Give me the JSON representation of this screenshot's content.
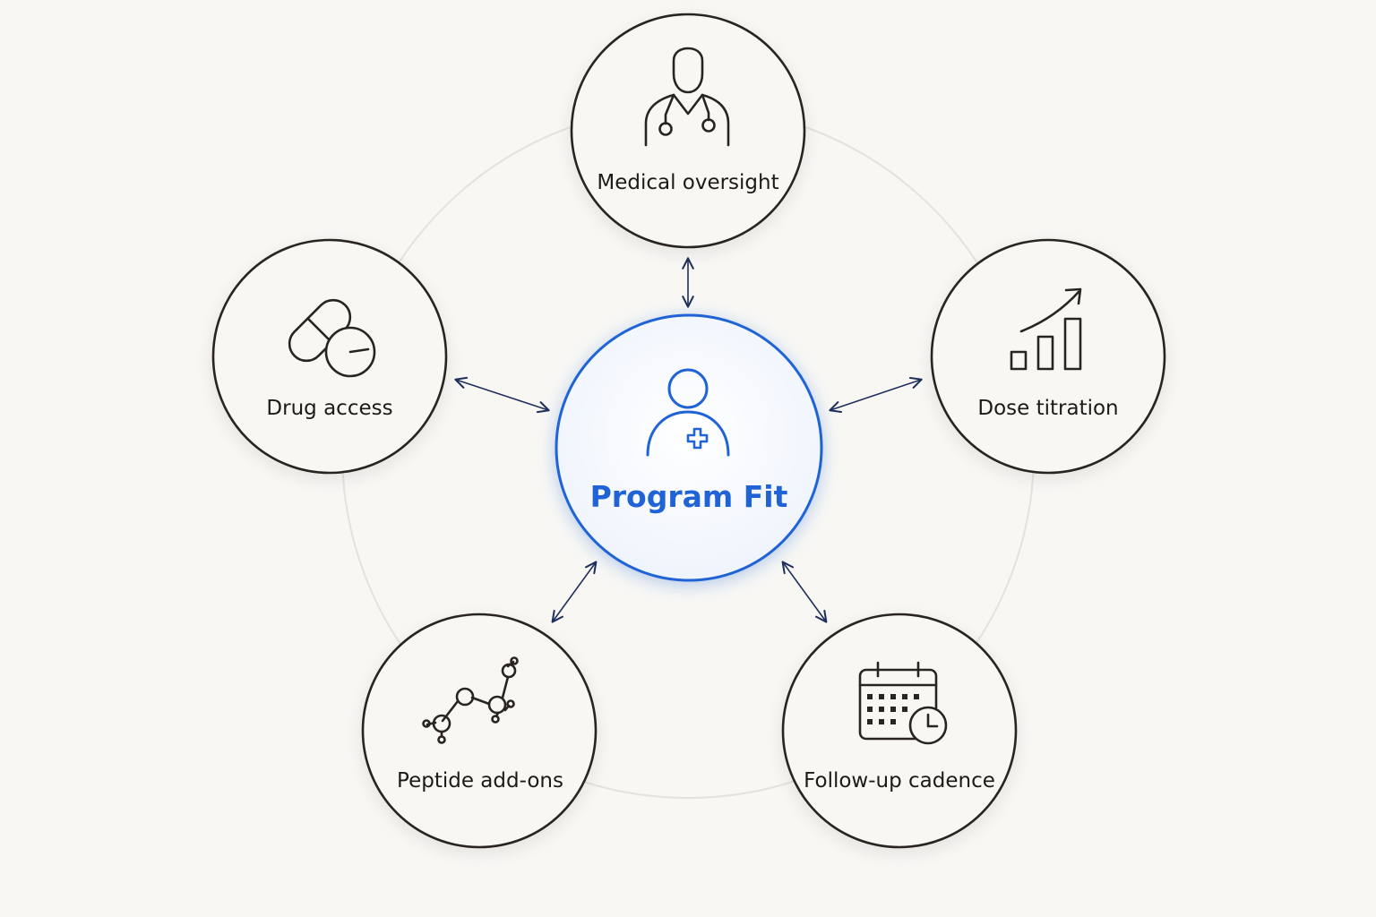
{
  "center": {
    "label": "Program Fit",
    "icon": "patient-plus-icon",
    "accent_color": "#1f63d6"
  },
  "nodes": [
    {
      "id": "medical-oversight",
      "label": "Medical oversight",
      "icon": "doctor-stethoscope-icon"
    },
    {
      "id": "dose-titration",
      "label": "Dose titration",
      "icon": "rising-bar-chart-icon"
    },
    {
      "id": "follow-up-cadence",
      "label": "Follow-up cadence",
      "icon": "calendar-clock-icon"
    },
    {
      "id": "peptide-add-ons",
      "label": "Peptide add-ons",
      "icon": "molecule-chain-icon"
    },
    {
      "id": "drug-access",
      "label": "Drug access",
      "icon": "pills-icon"
    }
  ],
  "colors": {
    "background": "#f8f7f4",
    "node_stroke": "#2a2420",
    "connector_arrow": "#1e2f5c",
    "orbit_ring": "#e4e2de"
  }
}
